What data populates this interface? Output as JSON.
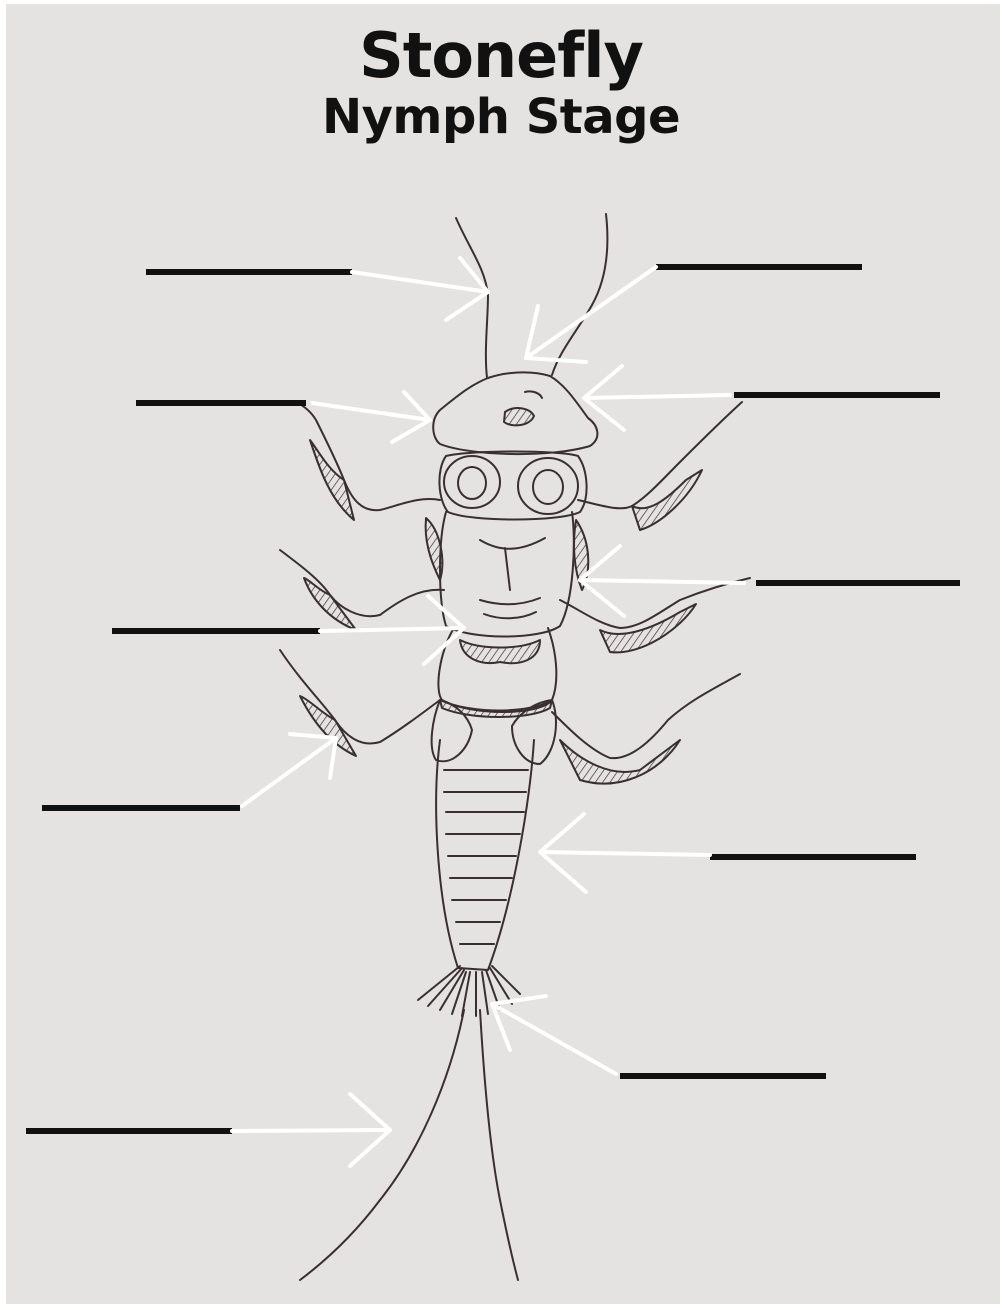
{
  "title": "Stonefly",
  "subtitle": "Nymph Stage",
  "colors": {
    "paper": "#e4e3e1",
    "ink": "#111111",
    "sketch": "#3a2f30",
    "arrow": "#ffffff"
  },
  "labels": [
    {
      "id": "antenna",
      "value": ""
    },
    {
      "id": "antenna-base",
      "value": ""
    },
    {
      "id": "head",
      "value": ""
    },
    {
      "id": "eye",
      "value": ""
    },
    {
      "id": "thorax",
      "value": ""
    },
    {
      "id": "gills",
      "value": ""
    },
    {
      "id": "leg",
      "value": ""
    },
    {
      "id": "abdomen",
      "value": ""
    },
    {
      "id": "tail-gills",
      "value": ""
    },
    {
      "id": "tail",
      "value": ""
    }
  ]
}
